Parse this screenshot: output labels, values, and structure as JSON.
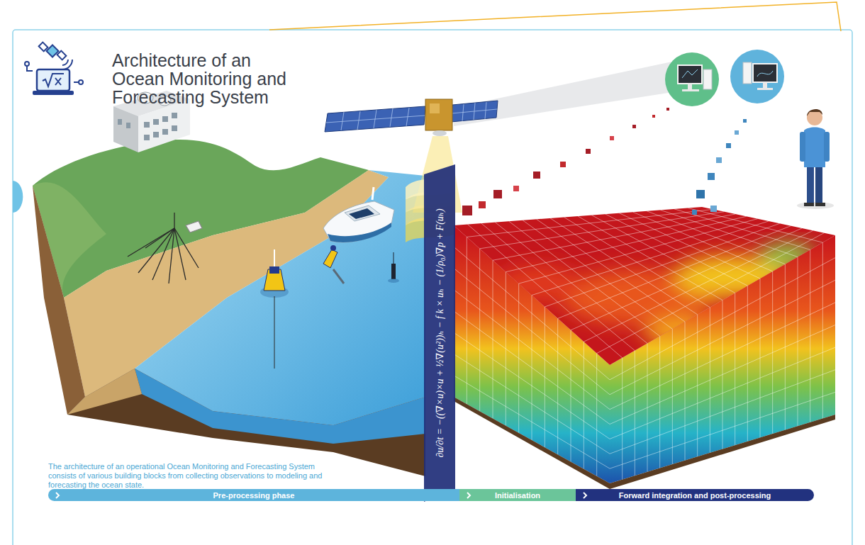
{
  "diagram": {
    "title": "Architecture of an Ocean Monitoring and Forecasting System",
    "caption": "The architecture of an operational Ocean Monitoring and Forecasting System consists of various building blocks from collecting observations to modeling and forecasting the ocean state.",
    "nodes": [
      {
        "text": [
          "Pre-processing phase"
        ]
      },
      {
        "text": [
          "Initialisation"
        ]
      },
      {
        "text": [
          "Forward integration and post-processing"
        ]
      }
    ],
    "labels": [
      "∂u/∂t = −((∇×u)×u + ½∇(u²))ₕ − f k × uₕ − (1/ρ₀)∇p + F(uₕ)"
    ]
  }
}
